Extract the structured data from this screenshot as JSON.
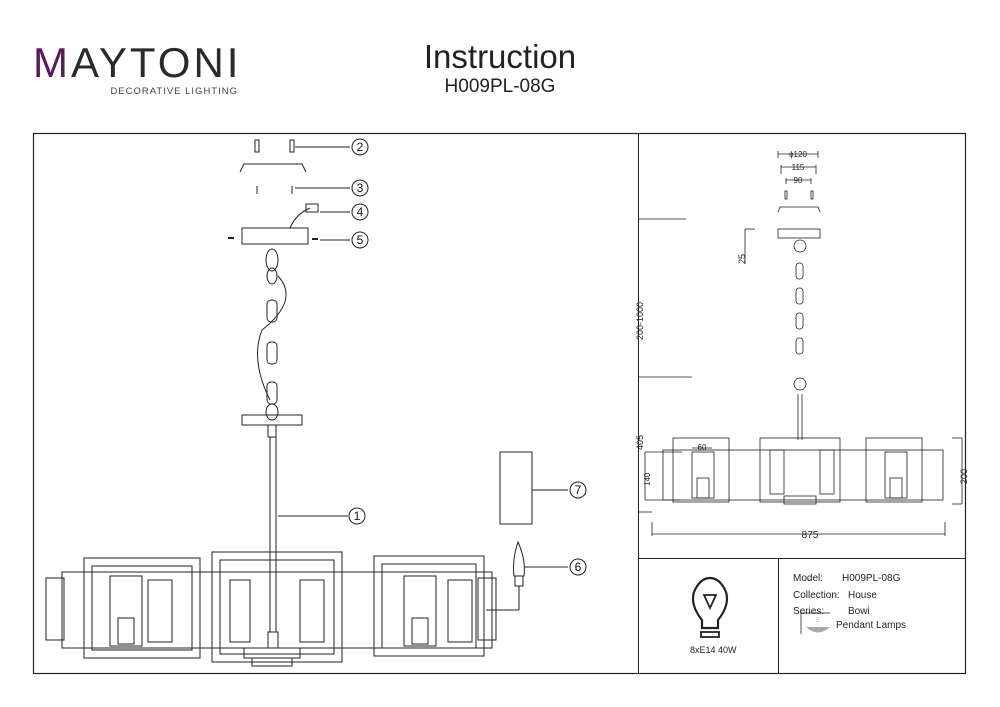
{
  "brand": {
    "name_first": "M",
    "name_rest": "AYTONI",
    "tagline": "DECORATIVE LIGHTING"
  },
  "header": {
    "title": "Instruction",
    "model": "H009PL-08G"
  },
  "callouts": [
    "1",
    "2",
    "3",
    "4",
    "5",
    "6",
    "7"
  ],
  "dimensions": {
    "canopy_diameter": "ϕ120",
    "canopy_width": "115",
    "mount_spacing": "90",
    "canopy_height": "25",
    "chain_length": "200-1000",
    "total_height": "405",
    "shade_width": "60",
    "shade_height": "140",
    "body_height": "200",
    "body_width": "875"
  },
  "bulb": {
    "icon": "light-bulb-icon",
    "spec": "8xE14 40W"
  },
  "specs": {
    "model_label": "Model:",
    "model_value": "H009PL-08G",
    "collection_label": "Collection:",
    "collection_value": "House",
    "series_label": "Series:",
    "series_value": "Bowi",
    "type_icon": "pendant-lamp-icon",
    "type_value": "Pendant Lamps"
  }
}
